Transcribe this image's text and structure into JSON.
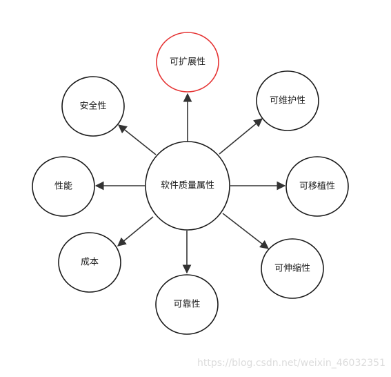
{
  "diagram": {
    "type": "hub-and-spoke",
    "center": {
      "label": "软件质量属性"
    },
    "nodes": [
      {
        "id": "scalability",
        "label": "可扩展性",
        "color": "#e53333"
      },
      {
        "id": "maintainability",
        "label": "可维护性",
        "color": "#1a1a1a"
      },
      {
        "id": "portability",
        "label": "可移植性",
        "color": "#1a1a1a"
      },
      {
        "id": "elasticity",
        "label": "可伸缩性",
        "color": "#1a1a1a"
      },
      {
        "id": "reliability",
        "label": "可靠性",
        "color": "#1a1a1a"
      },
      {
        "id": "cost",
        "label": "成本",
        "color": "#1a1a1a"
      },
      {
        "id": "performance",
        "label": "性能",
        "color": "#1a1a1a"
      },
      {
        "id": "security",
        "label": "安全性",
        "color": "#1a1a1a"
      }
    ],
    "edges": [
      {
        "from": "center",
        "to": "scalability"
      },
      {
        "from": "center",
        "to": "maintainability"
      },
      {
        "from": "center",
        "to": "portability"
      },
      {
        "from": "center",
        "to": "elasticity"
      },
      {
        "from": "center",
        "to": "reliability"
      },
      {
        "from": "center",
        "to": "cost"
      },
      {
        "from": "center",
        "to": "performance"
      },
      {
        "from": "center",
        "to": "security"
      }
    ]
  },
  "watermark": {
    "text": "https://blog.csdn.net/weixin_46032351"
  }
}
